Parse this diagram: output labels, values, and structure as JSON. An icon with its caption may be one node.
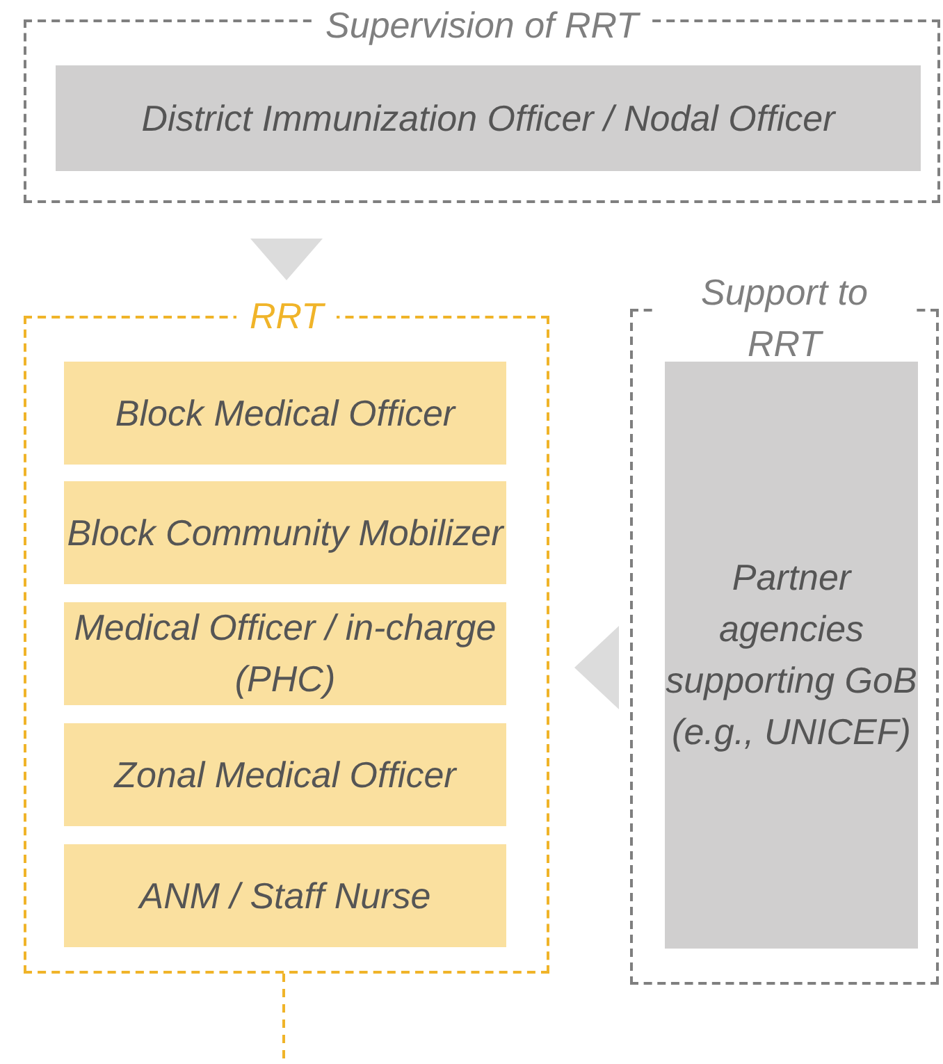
{
  "diagram": {
    "nodes": [
      {
        "text": [
          "Supervision of RRT"
        ]
      },
      {
        "text": [
          "District Immunization Officer / Nodal Officer"
        ],
        "in": 0
      },
      {
        "text": [
          "RRT"
        ]
      },
      {
        "text": [
          "Block Medical Officer"
        ],
        "in": 2
      },
      {
        "text": [
          "Block Community Mobilizer"
        ],
        "in": 2
      },
      {
        "text": [
          "Medical Officer / in-charge (PHC)"
        ],
        "in": 2
      },
      {
        "text": [
          "Zonal Medical Officer"
        ],
        "in": 2
      },
      {
        "text": [
          "ANM / Staff Nurse"
        ],
        "in": 2
      },
      {
        "text": [
          "Support to RRT"
        ]
      },
      {
        "text": [
          "Partner agencies supporting GoB (e.g., UNICEF)"
        ],
        "in": 8
      }
    ],
    "edges": [
      {
        "from": 0,
        "to": 2,
        "arrow": "to"
      },
      {
        "from": 8,
        "to": 2,
        "arrow": "to"
      },
      {
        "from": 2,
        "to": null,
        "arrow": "none",
        "style": "dashed",
        "color": "#f0b429"
      }
    ]
  }
}
